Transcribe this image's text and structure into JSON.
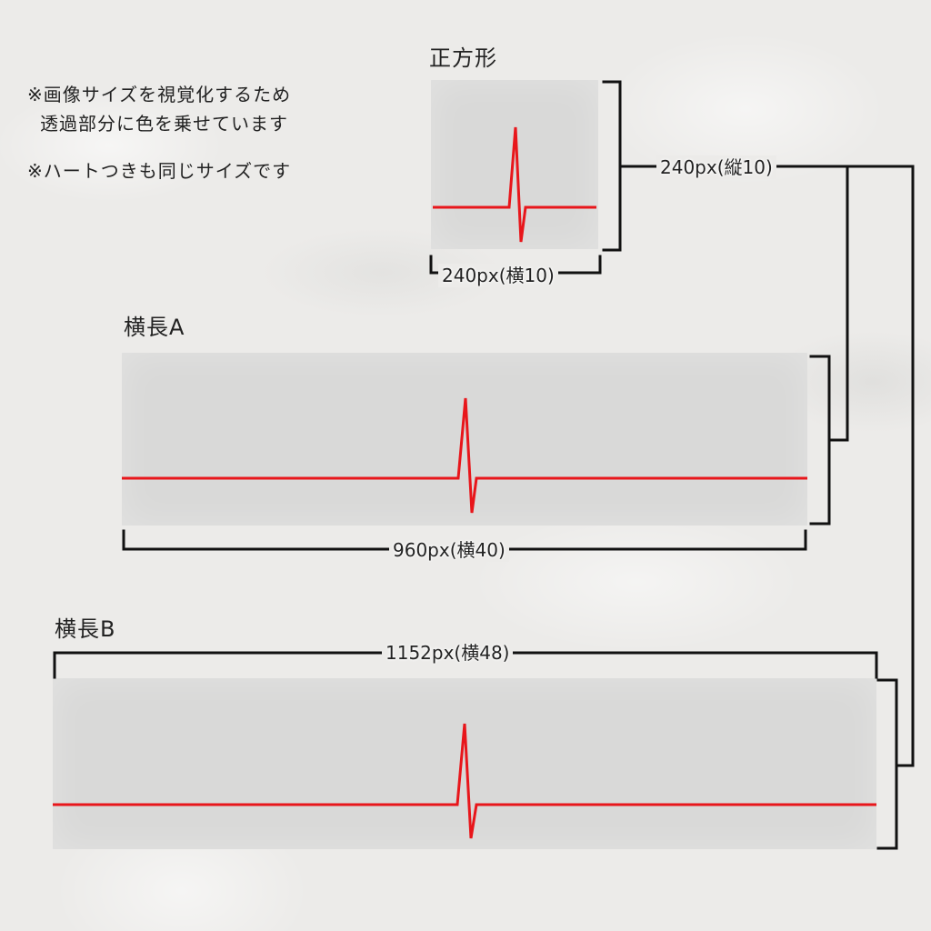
{
  "notes": {
    "line1": "※画像サイズを視覚化するため",
    "line2": "透過部分に色を乗せています",
    "line3": "※ハートつきも同じサイズです"
  },
  "panels": {
    "square": {
      "title": "正方形",
      "width_label": "240px(横10)"
    },
    "wide_a": {
      "title": "横長A",
      "width_label": "960px(横40)"
    },
    "wide_b": {
      "title": "横長B",
      "width_label": "1152px(横48)"
    }
  },
  "height_label": "240px(縦10)",
  "colors": {
    "ecg_line": "#e8161b",
    "panel_fill": "#d9d9d8",
    "bracket": "#111111"
  }
}
